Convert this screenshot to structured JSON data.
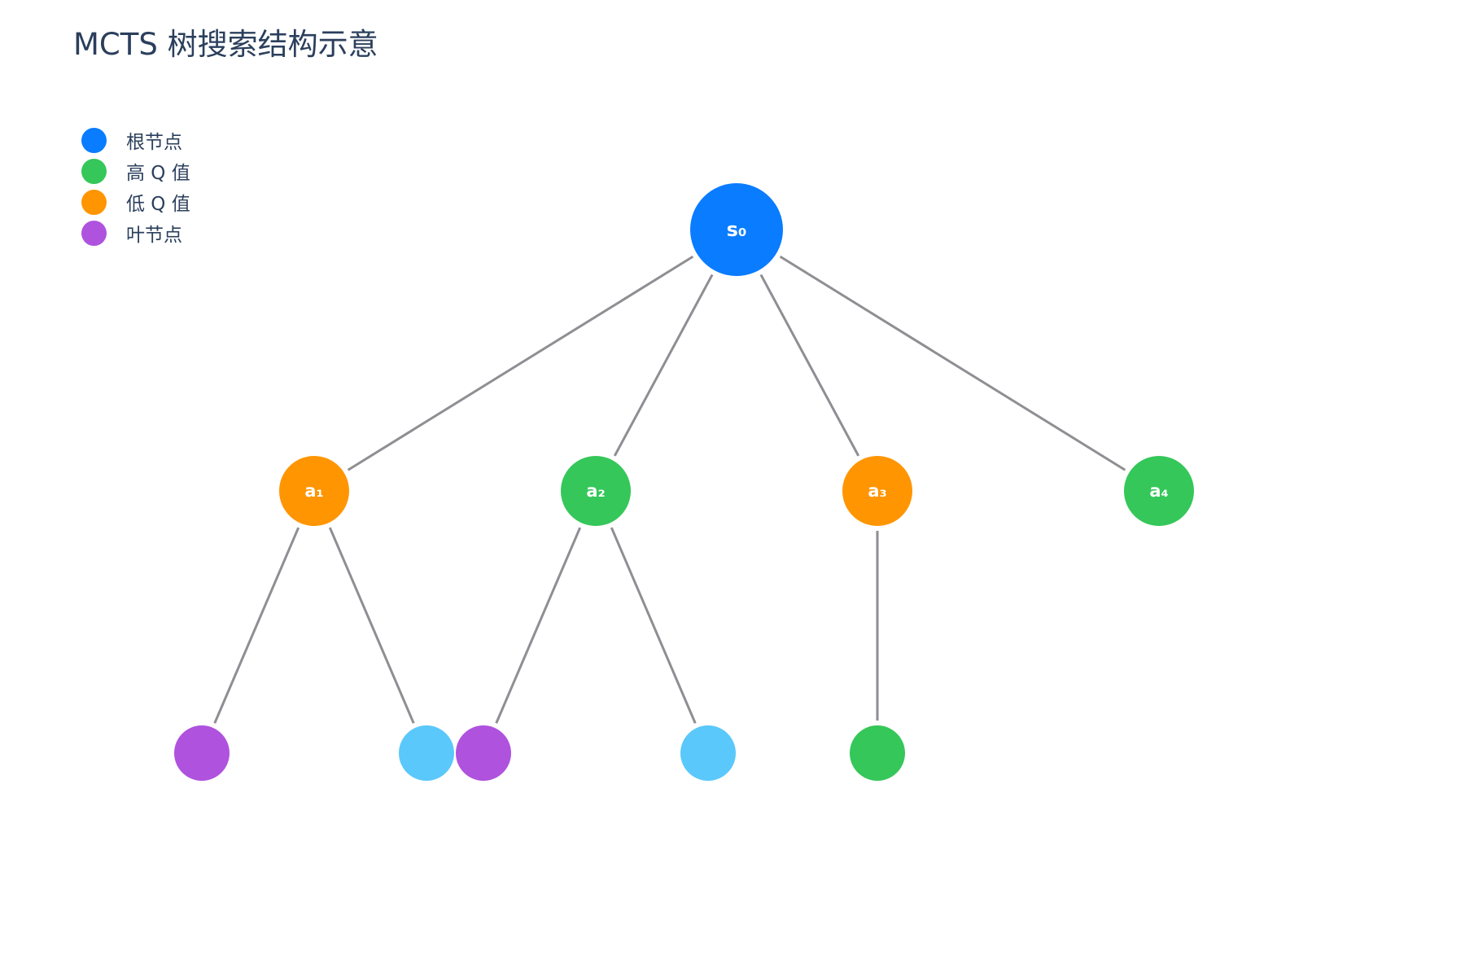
{
  "title": "MCTS 树搜索结构示意",
  "colors": {
    "root": "#0a7cff",
    "high_q": "#35c759",
    "low_q": "#ff9500",
    "leaf": "#af52de",
    "other": "#5ac8fa",
    "edge": "#8e8e93",
    "text": "#2b3f5c"
  },
  "legend": [
    {
      "label": "根节点",
      "color": "#0a7cff"
    },
    {
      "label": "高 Q 值",
      "color": "#35c759"
    },
    {
      "label": "低 Q 值",
      "color": "#ff9500"
    },
    {
      "label": "叶节点",
      "color": "#af52de"
    }
  ],
  "nodes": [
    {
      "id": "s0",
      "label": "s₀",
      "level": 0,
      "color": "#0a7cff"
    },
    {
      "id": "a1",
      "label": "a₁",
      "level": 1,
      "parent": "s0",
      "color": "#ff9500"
    },
    {
      "id": "a2",
      "label": "a₂",
      "level": 1,
      "parent": "s0",
      "color": "#35c759"
    },
    {
      "id": "a3",
      "label": "a₃",
      "level": 1,
      "parent": "s0",
      "color": "#ff9500"
    },
    {
      "id": "a4",
      "label": "a₄",
      "level": 1,
      "parent": "s0",
      "color": "#35c759"
    },
    {
      "id": "a1c1",
      "label": "",
      "level": 2,
      "parent": "a1",
      "color": "#af52de"
    },
    {
      "id": "a1c2",
      "label": "",
      "level": 2,
      "parent": "a1",
      "color": "#5ac8fa"
    },
    {
      "id": "a2c1",
      "label": "",
      "level": 2,
      "parent": "a2",
      "color": "#af52de"
    },
    {
      "id": "a2c2",
      "label": "",
      "level": 2,
      "parent": "a2",
      "color": "#5ac8fa"
    },
    {
      "id": "a3c1",
      "label": "",
      "level": 2,
      "parent": "a3",
      "color": "#35c759"
    }
  ]
}
